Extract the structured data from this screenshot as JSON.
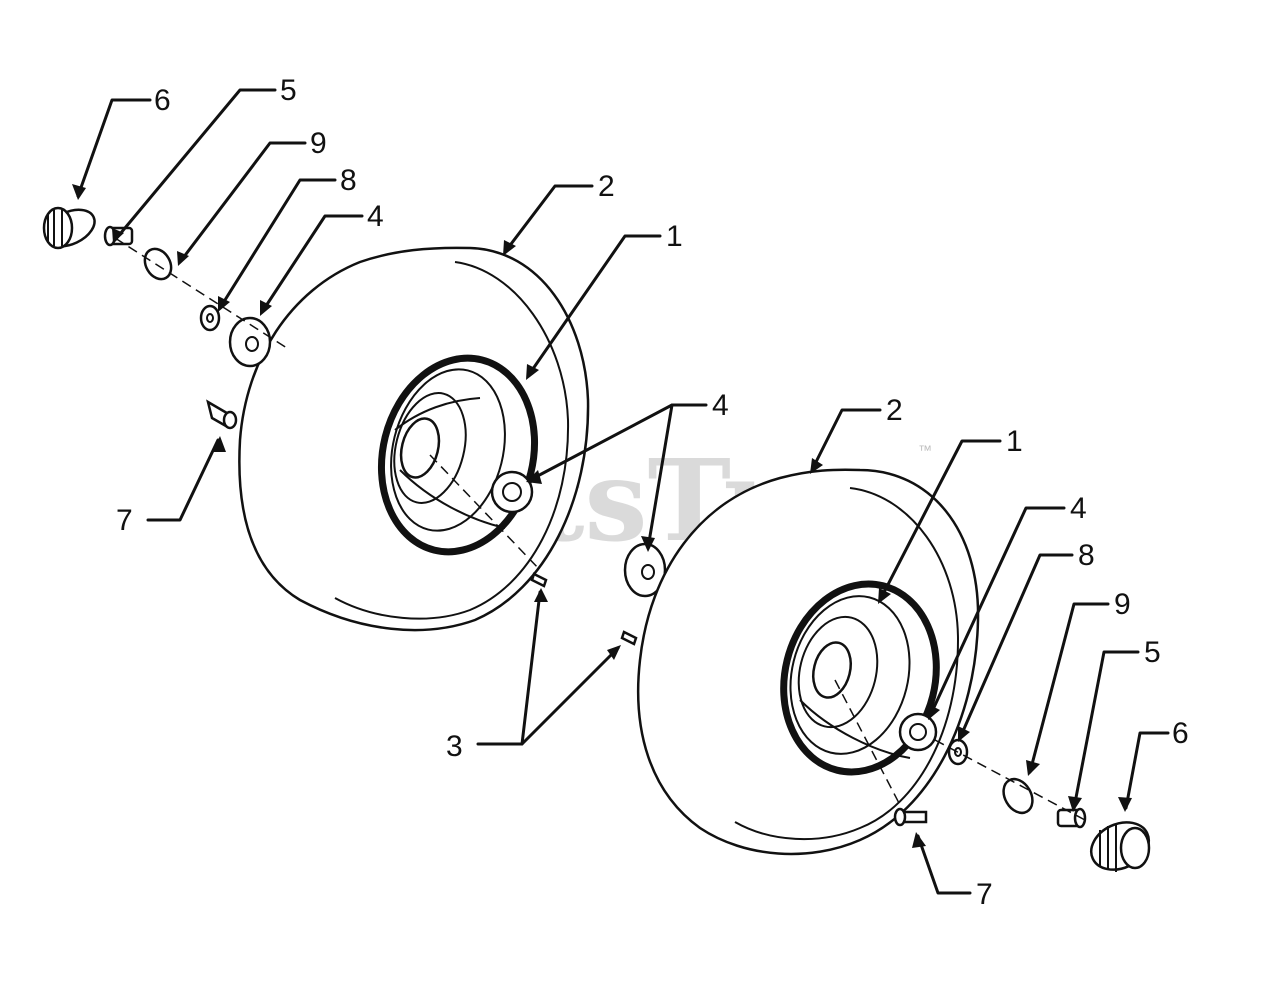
{
  "watermark": {
    "text": "PartsTree",
    "tm": "™"
  },
  "callouts": {
    "left_tire": "2",
    "left_rim": "1",
    "left_hub_cap": "6",
    "left_bolt": "5",
    "left_washer": "9",
    "left_small_washer": "8",
    "left_bearing": "4",
    "left_valve_stem": "7",
    "center_bearing_left": "4",
    "center_bearing_right": "4",
    "fitting": "3",
    "right_tire": "2",
    "right_rim": "1",
    "right_bearing": "4",
    "right_small_washer": "8",
    "right_washer": "9",
    "right_bolt": "5",
    "right_hub_cap": "6",
    "right_valve_stem": "7"
  },
  "colors": {
    "line": "#111111",
    "watermark": "#bdbdbd",
    "background": "#ffffff"
  }
}
